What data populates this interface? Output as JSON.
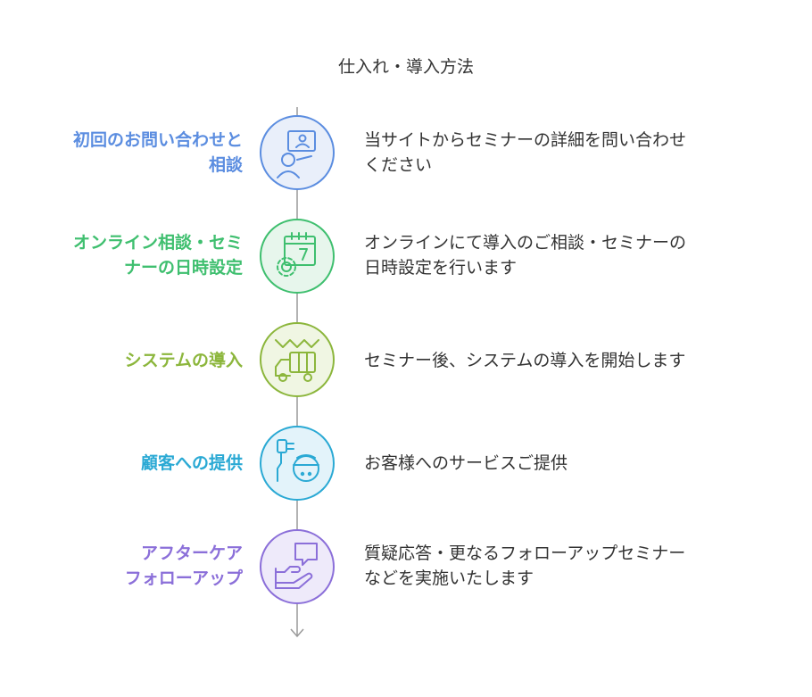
{
  "title": "仕入れ・導入方法",
  "steps": [
    {
      "title_lines": [
        "初回のお問い合わせと",
        "相談"
      ],
      "desc_lines": [
        "当サイトからセミナーの詳細を問い合わせ",
        "ください"
      ],
      "icon": "presenter-icon",
      "color": "#5b8de0",
      "fill": "#e9effa"
    },
    {
      "title_lines": [
        "オンライン相談・セミ",
        "ナーの日時設定"
      ],
      "desc_lines": [
        "オンラインにて導入のご相談・セミナーの",
        "日時設定を行います"
      ],
      "icon": "calendar-gear-icon",
      "color": "#3fbf6f",
      "fill": "#e7f6ec"
    },
    {
      "title_lines": [
        "システムの導入"
      ],
      "desc_lines": [
        "セミナー後、システムの導入を開始します"
      ],
      "icon": "delivery-truck-icon",
      "color": "#8cb63c",
      "fill": "#f0f6e3"
    },
    {
      "title_lines": [
        "顧客への提供"
      ],
      "desc_lines": [
        "お客様へのサービスご提供"
      ],
      "icon": "customer-service-icon",
      "color": "#2aa9d4",
      "fill": "#e3f3fa"
    },
    {
      "title_lines": [
        "アフターケア",
        "フォローアップ"
      ],
      "desc_lines": [
        "質疑応答・更なるフォローアップセミナー",
        "などを実施いたします"
      ],
      "icon": "support-chat-icon",
      "color": "#8b6fd9",
      "fill": "#eeeafa"
    }
  ]
}
